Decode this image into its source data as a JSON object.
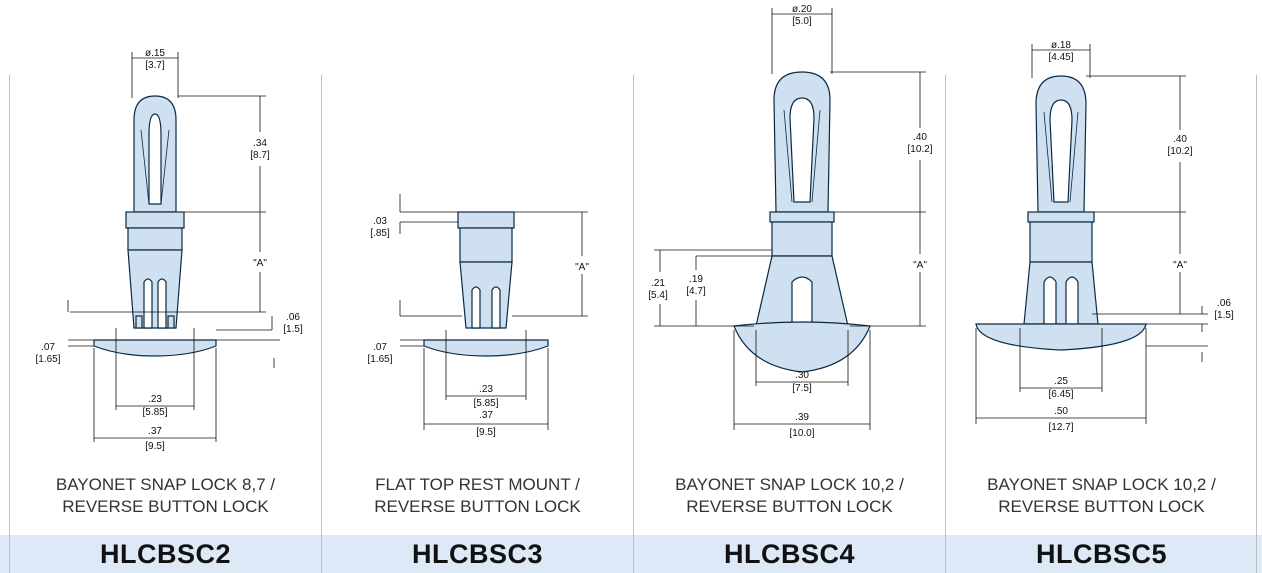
{
  "products": [
    {
      "code": "HLCBSC2",
      "desc_line1": "BAYONET SNAP LOCK 8,7 /",
      "desc_line2": "REVERSE BUTTON LOCK",
      "dims": {
        "top_dia_in": "ø.15",
        "top_dia_mm": "[3.7]",
        "head_h_in": ".34",
        "head_h_mm": "[8.7]",
        "a_label": "\"A\"",
        "gap_in": ".06",
        "gap_mm": "[1.5]",
        "base_h_in": ".07",
        "base_h_mm": "[1.65]",
        "inner_w_in": ".23",
        "inner_w_mm": "[5.85]",
        "outer_w_in": ".37",
        "outer_w_mm": "[9.5]"
      }
    },
    {
      "code": "HLCBSC3",
      "desc_line1": "FLAT TOP REST MOUNT /",
      "desc_line2": "REVERSE BUTTON LOCK",
      "dims": {
        "top_h_in": ".03",
        "top_h_mm": "[.85]",
        "a_label": "\"A\"",
        "base_h_in": ".07",
        "base_h_mm": "[1.65]",
        "inner_w_in": ".23",
        "inner_w_mm": "[5.85]",
        "outer_w_in": ".37",
        "outer_w_mm": "[9.5]"
      }
    },
    {
      "code": "HLCBSC4",
      "desc_line1": "BAYONET SNAP LOCK 10,2 /",
      "desc_line2": "REVERSE BUTTON LOCK",
      "dims": {
        "top_dia_in": "ø.20",
        "top_dia_mm": "[5.0]",
        "head_h_in": ".40",
        "head_h_mm": "[10.2]",
        "a_label": "\"A\"",
        "outer_h_in": ".21",
        "outer_h_mm": "[5.4]",
        "inner_h_in": ".19",
        "inner_h_mm": "[4.7]",
        "inner_w_in": ".30",
        "inner_w_mm": "[7.5]",
        "outer_w_in": ".39",
        "outer_w_mm": "[10.0]"
      }
    },
    {
      "code": "HLCBSC5",
      "desc_line1": "BAYONET SNAP LOCK 10,2 /",
      "desc_line2": "REVERSE BUTTON LOCK",
      "dims": {
        "top_dia_in": "ø.18",
        "top_dia_mm": "[4.45]",
        "head_h_in": ".40",
        "head_h_mm": "[10.2]",
        "a_label": "\"A\"",
        "gap_in": ".06",
        "gap_mm": "[1.5]",
        "inner_w_in": ".25",
        "inner_w_mm": "[6.45]",
        "outer_w_in": ".50",
        "outer_w_mm": "[12.7]"
      }
    }
  ],
  "colors": {
    "part_fill": "#cfe0f0",
    "outline": "#0a2a44",
    "band": "#dde9f6"
  }
}
